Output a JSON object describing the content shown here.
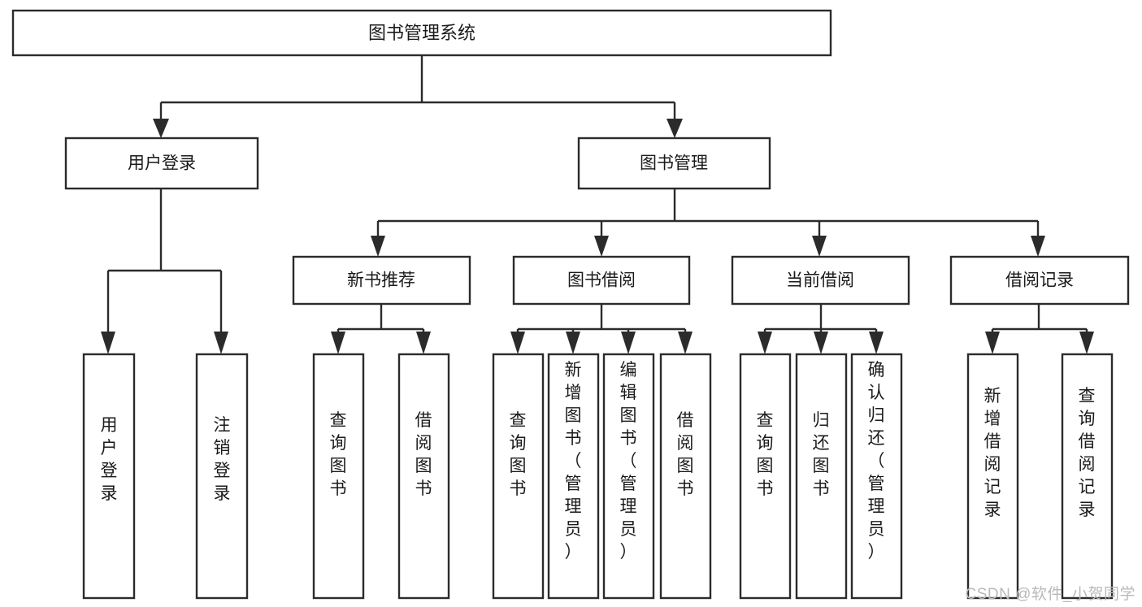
{
  "diagram": {
    "type": "tree",
    "orientation": "top-down",
    "watermark": "CSDN @软件_小贺同学",
    "colors": {
      "box_fill": "#ffffff",
      "box_stroke": "#2b2b2b",
      "text": "#1a1a1a",
      "connector": "#2b2b2b",
      "background": "#ffffff",
      "watermark": "#b9b9b9"
    },
    "root": {
      "label": "图书管理系统"
    },
    "level2": [
      {
        "label": "用户登录"
      },
      {
        "label": "图书管理"
      }
    ],
    "level3": [
      {
        "label": "新书推荐"
      },
      {
        "label": "图书借阅"
      },
      {
        "label": "当前借阅"
      },
      {
        "label": "借阅记录"
      }
    ],
    "leaves": {
      "user_login": [
        {
          "label": "用户登录"
        },
        {
          "label": "注销登录"
        }
      ],
      "new_book_recommend": [
        {
          "label": "查询图书"
        },
        {
          "label": "借阅图书"
        }
      ],
      "book_borrow": [
        {
          "label": "查询图书"
        },
        {
          "label": "新增图书（管理员）"
        },
        {
          "label": "编辑图书（管理员）"
        },
        {
          "label": "借阅图书"
        }
      ],
      "current_borrow": [
        {
          "label": "查询图书"
        },
        {
          "label": "归还图书"
        },
        {
          "label": "确认归还（管理员）"
        }
      ],
      "borrow_record": [
        {
          "label": "新增借阅记录"
        },
        {
          "label": "查询借阅记录"
        }
      ]
    }
  }
}
